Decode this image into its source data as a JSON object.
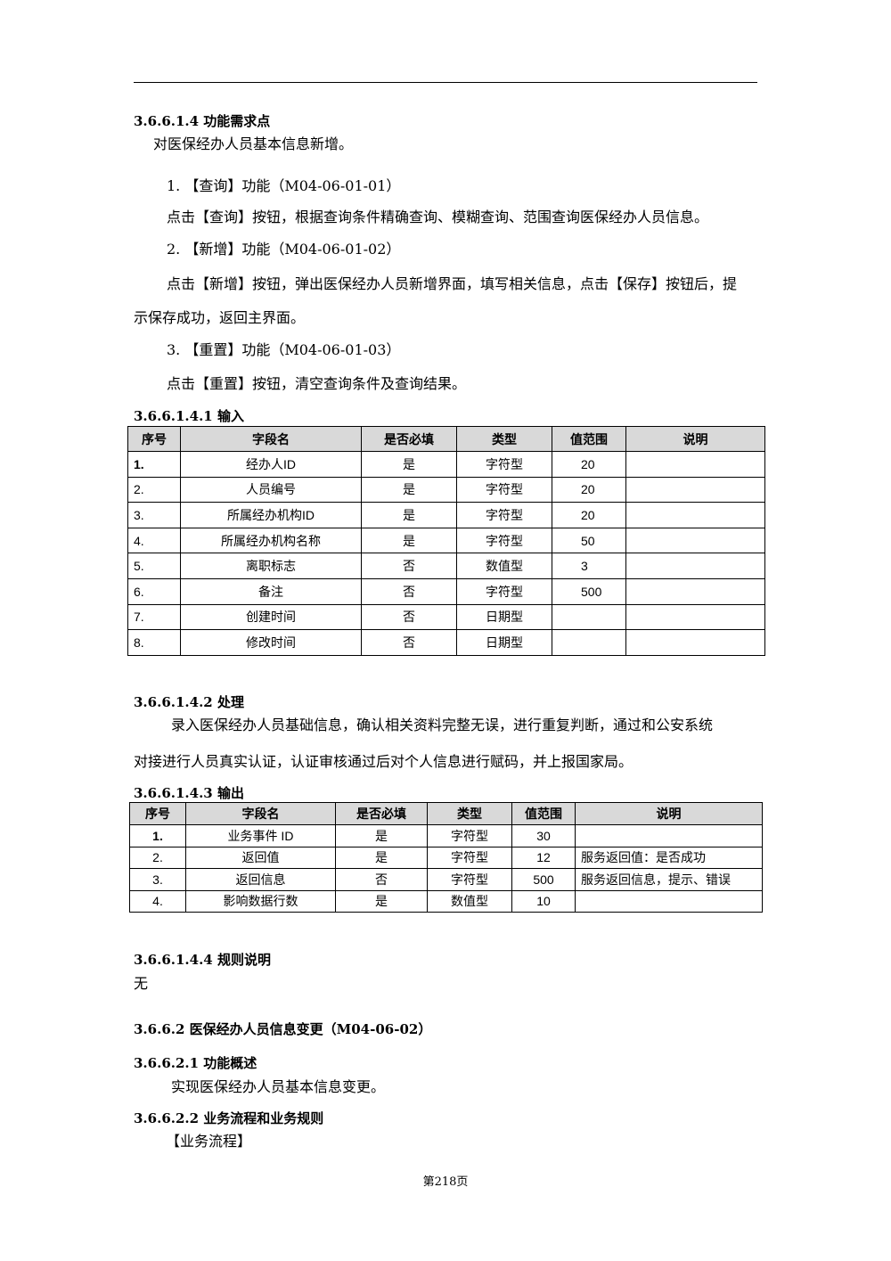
{
  "s1": {
    "heading": "3.6.6.1.4 功能需求点",
    "intro": "对医保经办人员基本信息新增。",
    "item1_title": "1. 【查询】功能（M04-06-01-01）",
    "item1_desc": "点击【查询】按钮，根据查询条件精确查询、模糊查询、范围查询医保经办人员信息。",
    "item2_title": "2. 【新增】功能（M04-06-01-02）",
    "item2_desc_l1": "点击【新增】按钮，弹出医保经办人员新增界面，填写相关信息，点击【保存】按钮后，提",
    "item2_desc_l2": "示保存成功，返回主界面。",
    "item3_title": "3. 【重置】功能（M04-06-01-03）",
    "item3_desc": "点击【重置】按钮，清空查询条件及查询结果。"
  },
  "input": {
    "heading": "3.6.6.1.4.1 输入",
    "headers": [
      "序号",
      "字段名",
      "是否必填",
      "类型",
      "值范围",
      "说明"
    ],
    "rows": [
      [
        "1.",
        "经办人ID",
        "是",
        "字符型",
        "20",
        ""
      ],
      [
        "2.",
        "人员编号",
        "是",
        "字符型",
        "20",
        ""
      ],
      [
        "3.",
        "所属经办机构ID",
        "是",
        "字符型",
        "20",
        ""
      ],
      [
        "4.",
        "所属经办机构名称",
        "是",
        "字符型",
        "50",
        ""
      ],
      [
        "5.",
        "离职标志",
        "否",
        "数值型",
        "3",
        ""
      ],
      [
        "6.",
        "备注",
        "否",
        "字符型",
        "500",
        ""
      ],
      [
        "7.",
        "创建时间",
        "否",
        "日期型",
        "",
        ""
      ],
      [
        "8.",
        "修改时间",
        "否",
        "日期型",
        "",
        ""
      ]
    ]
  },
  "process": {
    "heading": "3.6.6.1.4.2 处理",
    "l1": "录入医保经办人员基础信息，确认相关资料完整无误，进行重复判断，通过和公安系统",
    "l2": "对接进行人员真实认证，认证审核通过后对个人信息进行赋码，并上报国家局。"
  },
  "output": {
    "heading": "3.6.6.1.4.3 输出",
    "headers": [
      "序号",
      "字段名",
      "是否必填",
      "类型",
      "值范围",
      "说明"
    ],
    "rows": [
      [
        "1.",
        "业务事件 ID",
        "是",
        "字符型",
        "30",
        ""
      ],
      [
        "2.",
        "返回值",
        "是",
        "字符型",
        "12",
        "服务返回值：是否成功"
      ],
      [
        "3.",
        "返回信息",
        "否",
        "字符型",
        "500",
        "服务返回信息，提示、错误"
      ],
      [
        "4.",
        "影响数据行数",
        "是",
        "数值型",
        "10",
        ""
      ]
    ]
  },
  "rules": {
    "heading": "3.6.6.1.4.4 规则说明",
    "text": "无"
  },
  "s2": {
    "heading": "3.6.6.2 医保经办人员信息变更（M04-06-02）",
    "overview_heading": "3.6.6.2.1 功能概述",
    "overview_text": "实现医保经办人员基本信息变更。",
    "flow_heading": "3.6.6.2.2 业务流程和业务规则",
    "flow_label": "【业务流程】"
  },
  "footer": {
    "page": "第218页"
  }
}
